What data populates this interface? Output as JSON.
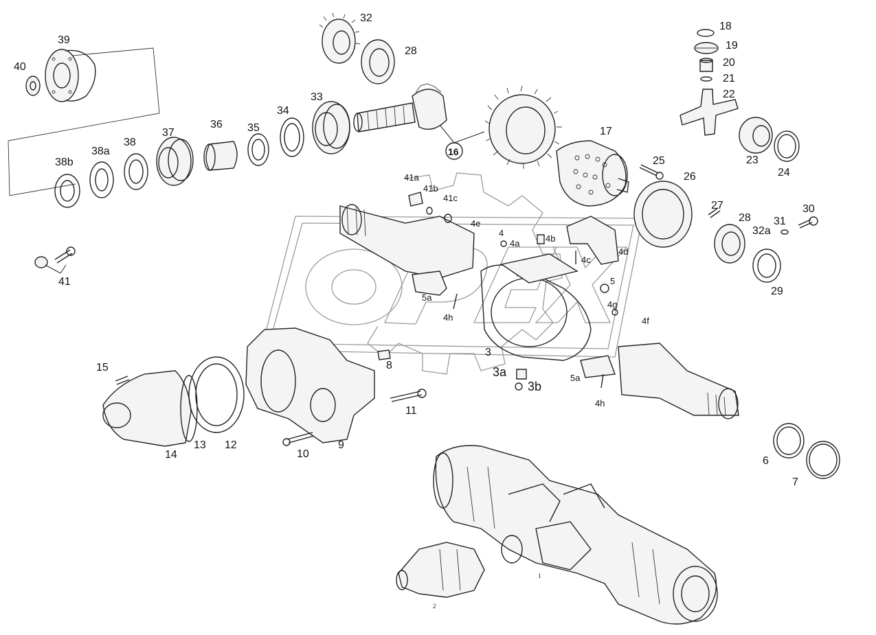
{
  "watermark": {
    "text": "OPEX",
    "color": "#9a9a9a"
  },
  "colors": {
    "line": "#222222",
    "background": "#ffffff"
  },
  "labels": {
    "l1": "1",
    "l2": "2",
    "l3": "3",
    "l3a": "3a",
    "l3b": "3b",
    "l4": "4",
    "l4a": "4a",
    "l4b": "4b",
    "l4c": "4c",
    "l4d": "4d",
    "l4e": "4e",
    "l4f": "4f",
    "l4g": "4g",
    "l4h_left": "4h",
    "l4h_right": "4h",
    "l5": "5",
    "l5a_left": "5a",
    "l5a_right": "5a",
    "l6": "6",
    "l7": "7",
    "l8": "8",
    "l9": "9",
    "l10": "10",
    "l11": "11",
    "l12": "12",
    "l13": "13",
    "l14": "14",
    "l15": "15",
    "l16": "16",
    "l17": "17",
    "l18": "18",
    "l19": "19",
    "l20": "20",
    "l21": "21",
    "l22": "22",
    "l23": "23",
    "l24": "24",
    "l25": "25",
    "l26": "26",
    "l27": "27",
    "l28_top": "28",
    "l28_right": "28",
    "l29": "29",
    "l30": "30",
    "l31": "31",
    "l32": "32",
    "l32a": "32a",
    "l33": "33",
    "l34": "34",
    "l35": "35",
    "l36": "36",
    "l37": "37",
    "l38": "38",
    "l38a": "38a",
    "l38b": "38b",
    "l39": "39",
    "l40": "40",
    "l41": "41",
    "l41a": "41a",
    "l41b": "41b",
    "l41c": "41c"
  }
}
